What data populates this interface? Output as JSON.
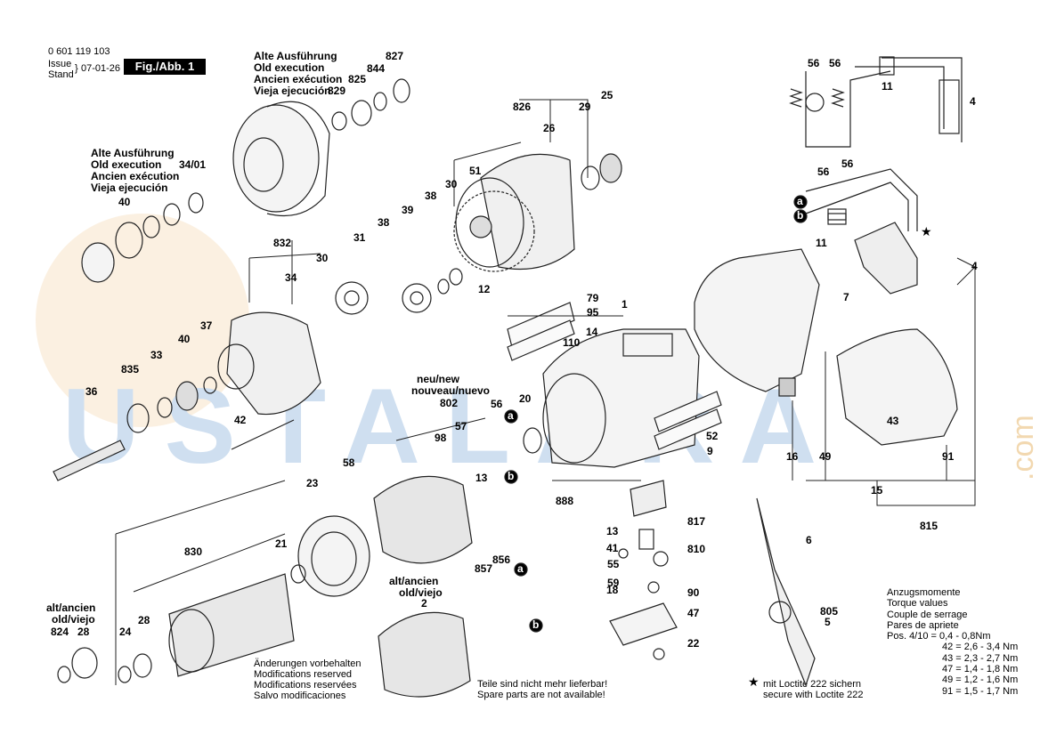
{
  "header": {
    "part_number": "0 601 119 103",
    "issue_label_1": "Issue",
    "issue_label_2": "Stand",
    "issue_date": "07-01-26",
    "figure_badge": "Fig./Abb. 1"
  },
  "old_execution_top": [
    "Alte Ausführung",
    "Old execution",
    "Ancien exécution",
    "Vieja ejecución"
  ],
  "old_execution_left": [
    "Alte Ausführung",
    "Old execution",
    "Ancien exécution",
    "Vieja ejecución"
  ],
  "new_label": [
    "neu/new",
    "nouveau/nuevo"
  ],
  "alt_old_right": [
    "alt/ancien",
    "old/viejo"
  ],
  "alt_old_left": [
    "alt/ancien",
    "old/viejo"
  ],
  "changes_notice": [
    "Änderungen vorbehalten",
    "Modifications reserved",
    "Modifications reservées",
    "Salvo modificaciones"
  ],
  "not_deliverable": [
    "Teile sind nicht mehr lieferbar!",
    "Spare parts are not available!"
  ],
  "loctite_note": [
    "mit Loctite 222 sichern",
    "secure with Loctite 222"
  ],
  "torque": {
    "heading": [
      "Anzugsmomente",
      "Torque values",
      "Couple de serrage",
      "Pares de apriete"
    ],
    "rows": [
      "Pos. 4/10 = 0,4 - 0,8Nm",
      "42 = 2,6 - 3,4 Nm",
      "43 = 2,3 - 2,7 Nm",
      "47 = 1,4 - 1,8 Nm",
      "49 = 1,2 - 1,6 Nm",
      "91 = 1,5 - 1,7 Nm"
    ]
  },
  "watermark": {
    "text": "USTALARA",
    "suffix": ".com"
  },
  "callouts": [
    "827",
    "844",
    "825",
    "829",
    "826",
    "29",
    "25",
    "26",
    "51",
    "30",
    "38",
    "39",
    "31",
    "38",
    "12",
    "34/01",
    "40",
    "832",
    "34",
    "30",
    "79",
    "95",
    "1",
    "110",
    "14",
    "36",
    "835",
    "33",
    "40",
    "37",
    "42",
    "20",
    "52",
    "9",
    "888",
    "802",
    "56",
    "57",
    "98",
    "13",
    "58",
    "23",
    "830",
    "21",
    "856",
    "857",
    "2",
    "824",
    "28",
    "24",
    "28",
    "22",
    "47",
    "90",
    "18",
    "59",
    "55",
    "41",
    "13",
    "817",
    "810",
    "56",
    "56",
    "11",
    "4",
    "56",
    "56",
    "11",
    "4",
    "7",
    "16",
    "49",
    "15",
    "43",
    "91",
    "815",
    "6",
    "805",
    "5"
  ],
  "markers": {
    "a": "a",
    "b": "b"
  }
}
